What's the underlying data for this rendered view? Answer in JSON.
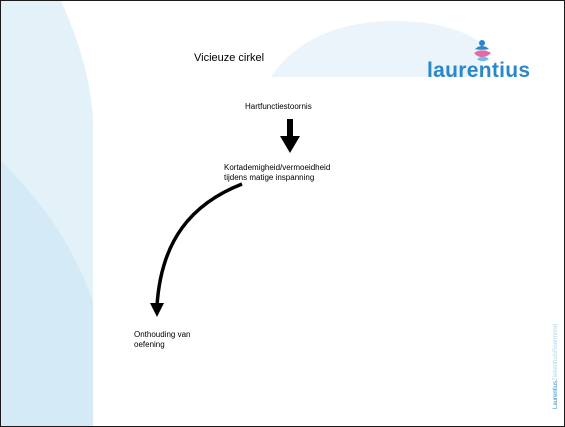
{
  "slide": {
    "title": "Vicieuze cirkel"
  },
  "logo": {
    "wordmark": "laurentius",
    "icon": "laurentius-figure-icon",
    "color": "#2b88c8"
  },
  "diagram": {
    "nodes": [
      {
        "lines": [
          "Hartfunctiestoornis"
        ]
      },
      {
        "lines": [
          "Kortademigheid/vermoeidheid",
          "tijdens matige inspanning"
        ]
      },
      {
        "lines": [
          "Onthouding van",
          "oefening"
        ]
      }
    ],
    "arrows": [
      "straight-down-arrow",
      "curved-arrow"
    ]
  },
  "footer": {
    "vertical_part1": "Laurentius",
    "vertical_part2": "ZiekenhuisRoermond"
  },
  "colors": {
    "accent": "#2b88c8",
    "background_shape": "#dceef8"
  }
}
